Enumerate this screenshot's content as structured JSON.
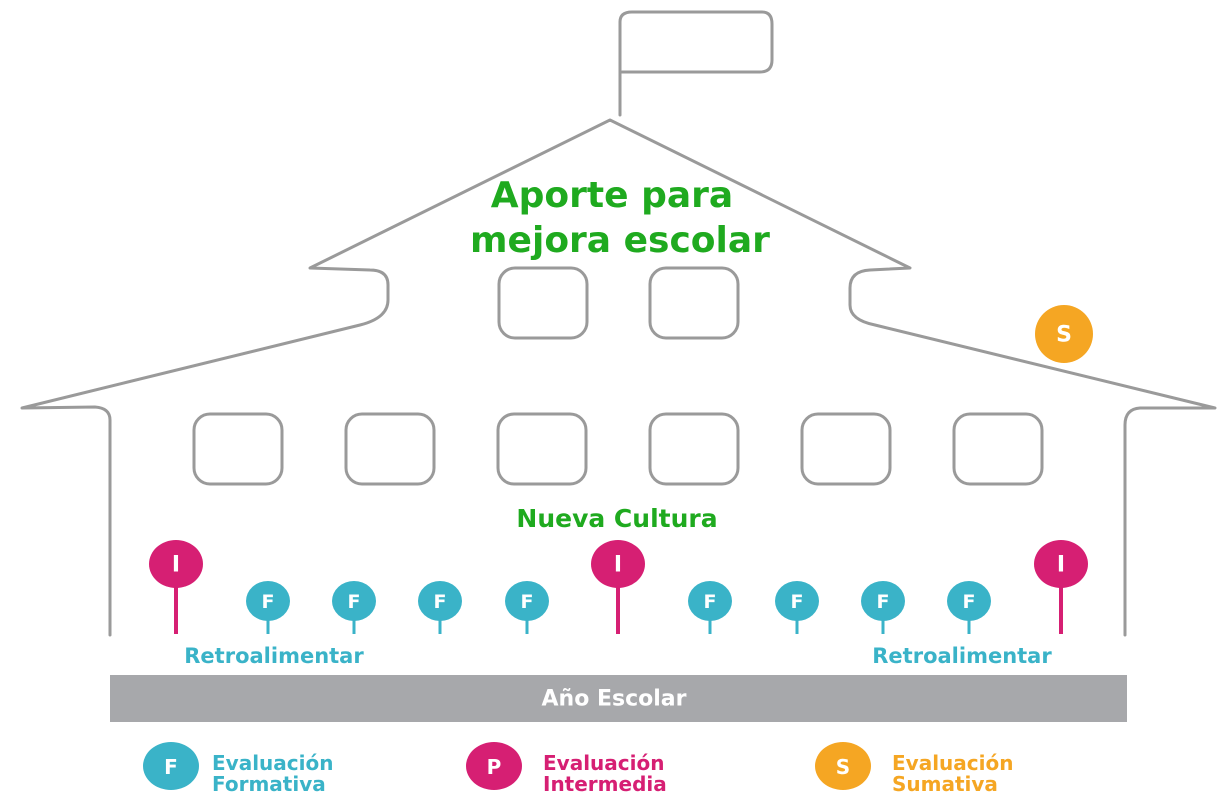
{
  "diagram": {
    "title_line1": "Aporte para",
    "title_line2": "mejora escolar",
    "culture_label": "Nueva Cultura",
    "feedback_left": "Retroalimentar",
    "feedback_right": "Retroalimentar",
    "year_bar_label": "Año Escolar",
    "summative_marker": "S",
    "markers": [
      "I",
      "F",
      "F",
      "F",
      "F",
      "I",
      "F",
      "F",
      "F",
      "F",
      "I"
    ]
  },
  "legend": [
    {
      "letter": "F",
      "line1": "Evaluación",
      "line2": "Formativa",
      "color": "#3ab3c8"
    },
    {
      "letter": "P",
      "line1": "Evaluación",
      "line2": "Intermedia",
      "color": "#d61f73"
    },
    {
      "letter": "S",
      "line1": "Evaluación",
      "line2": "Sumativa",
      "color": "#f5a623"
    }
  ],
  "colors": {
    "formative": "#3ab3c8",
    "intermediate": "#d61f73",
    "summative": "#f5a623",
    "title_green": "#1faa1f",
    "bar_gray": "#a7a8ab",
    "outline_gray": "#9a9a9a"
  }
}
